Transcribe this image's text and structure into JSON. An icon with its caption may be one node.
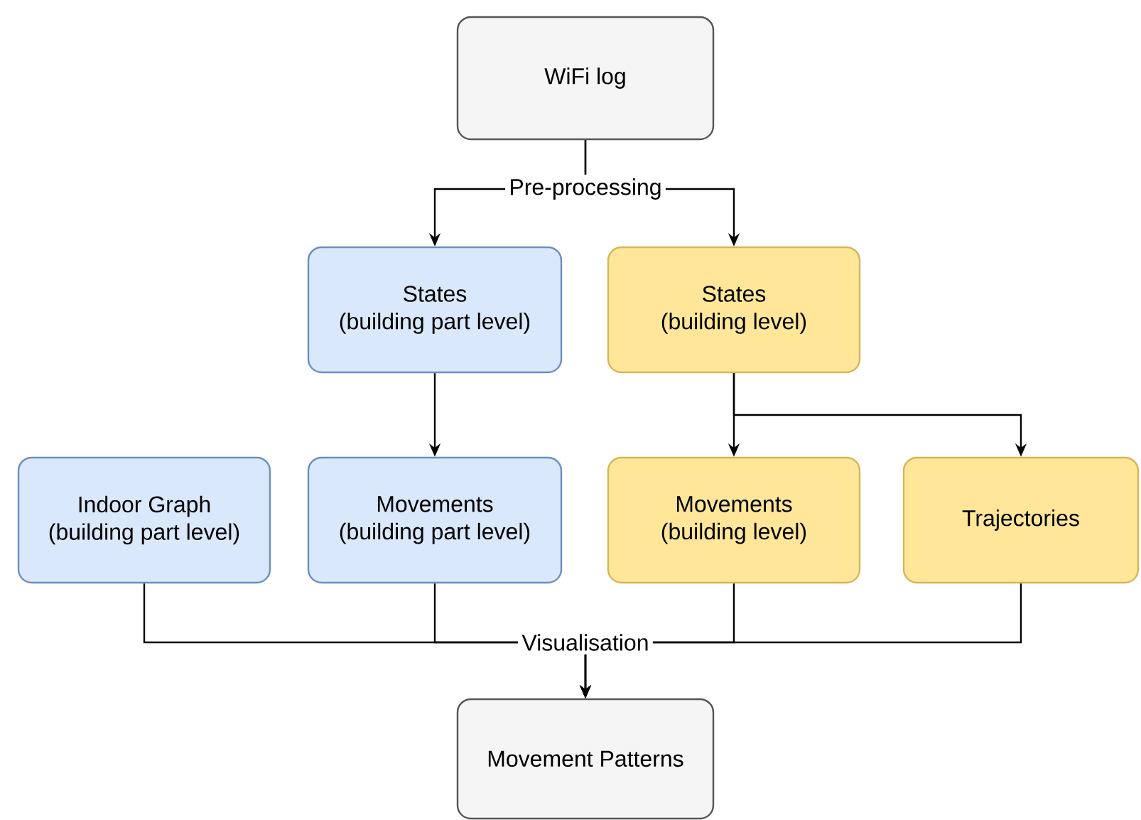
{
  "diagram": {
    "nodes": [
      {
        "text": [
          "WiFi log"
        ]
      },
      {
        "text": [
          "States",
          "(building part level)"
        ]
      },
      {
        "text": [
          "States",
          "(building level)"
        ]
      },
      {
        "text": [
          "Indoor Graph",
          "(building part level)"
        ]
      },
      {
        "text": [
          "Movements",
          "(building part level)"
        ]
      },
      {
        "text": [
          "Movements",
          "(building level)"
        ]
      },
      {
        "text": [
          "Trajectories"
        ]
      },
      {
        "text": [
          "Movement Patterns"
        ]
      }
    ],
    "edges": [
      {
        "from": 0,
        "to": 1,
        "arrow": "to",
        "label": "Pre-processing"
      },
      {
        "from": 0,
        "to": 2,
        "arrow": "to"
      },
      {
        "from": 1,
        "to": 4,
        "arrow": "to"
      },
      {
        "from": 2,
        "to": 5,
        "arrow": "to"
      },
      {
        "from": 2,
        "to": 6,
        "arrow": "to"
      },
      {
        "from": 3,
        "to": 7,
        "arrow": "to"
      },
      {
        "from": 4,
        "to": 7,
        "arrow": "to",
        "label": "Visualisation"
      },
      {
        "from": 5,
        "to": 7,
        "arrow": "to"
      },
      {
        "from": 6,
        "to": 7,
        "arrow": "to"
      }
    ]
  }
}
